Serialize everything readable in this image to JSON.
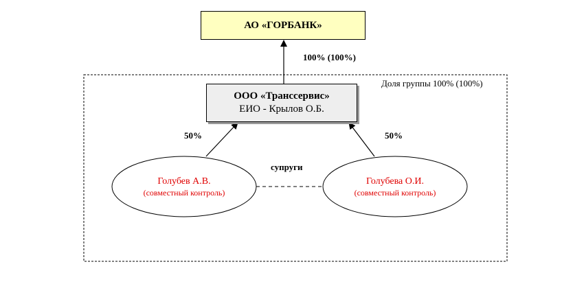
{
  "entities": {
    "bank": {
      "name": "АО «ГОРБАНК»"
    },
    "company": {
      "name": "ООО «Транссервис»",
      "ceo": "ЕИО - Крылов О.Б."
    },
    "person_left": {
      "name": "Голубев А.В.",
      "note": "(совместный контроль)"
    },
    "person_right": {
      "name": "Голубева О.И.",
      "note": "(совместный контроль)"
    }
  },
  "labels": {
    "share_top": "100% (100%)",
    "share_left": "50%",
    "share_right": "50%",
    "spouses": "супруги",
    "group_share": "Доля группы 100% (100%)"
  },
  "colors": {
    "bank_fill": "#ffffc0",
    "company_fill": "#eeeeee",
    "person_text": "#e00000"
  }
}
